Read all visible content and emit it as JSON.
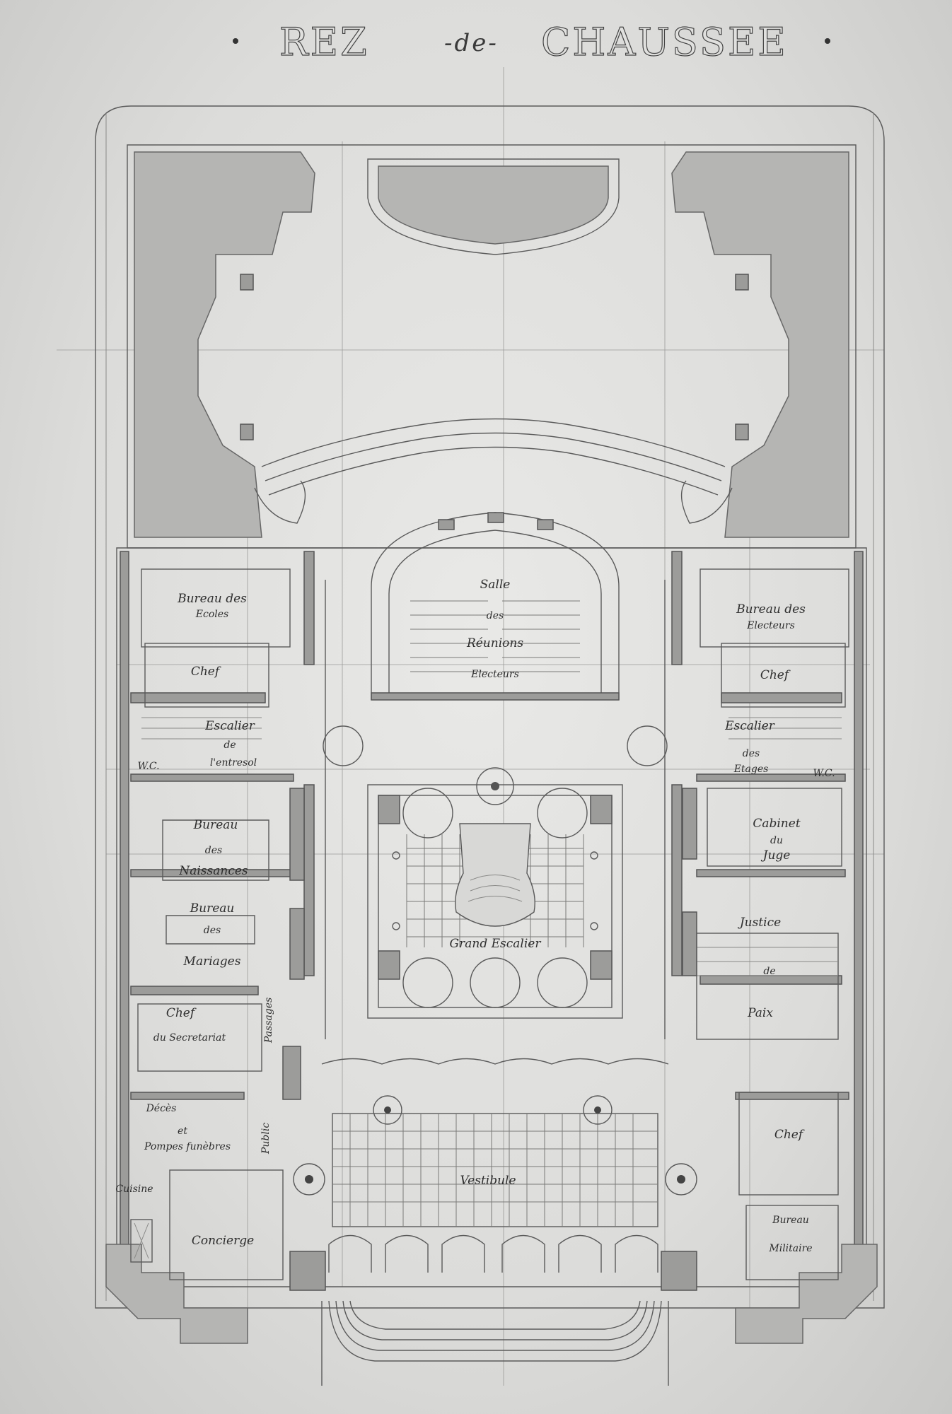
{
  "drawing": {
    "title_main_1": "REZ",
    "title_de": "-de-",
    "title_main_2": "CHAUSSEE"
  },
  "labels": {
    "salle": "Salle",
    "des": "des",
    "reunions": "Réunions",
    "electeurs": "Electeurs",
    "bureau_ecoles_1": "Bureau des",
    "bureau_ecoles_2": "Ecoles",
    "chef_left": "Chef",
    "escalier_left_1": "Escalier",
    "escalier_left_2": "de",
    "escalier_left_3": "l'entresol",
    "wc_left": "W.C.",
    "bureau_naissances_1": "Bureau",
    "bureau_naissances_2": "des",
    "bureau_naissances_3": "Naissances",
    "bureau_mariages_1": "Bureau",
    "bureau_mariages_2": "des",
    "bureau_mariages_3": "Mariages",
    "chef_secretariat_1": "Chef",
    "chef_secretariat_2": "du Secretariat",
    "passages": "Passages",
    "deces_1": "Décès",
    "deces_2": "et",
    "deces_3": "Pompes funèbres",
    "public": "Public",
    "cuisine": "Cuisine",
    "concierge": "Concierge",
    "bureau_electeurs_1": "Bureau des",
    "bureau_electeurs_2": "Electeurs",
    "chef_right": "Chef",
    "escalier_right_1": "Escalier",
    "escalier_right_2": "des",
    "escalier_right_3": "Etages",
    "wc_right": "W.C.",
    "cabinet_juge_1": "Cabinet",
    "cabinet_juge_2": "du",
    "cabinet_juge_3": "Juge",
    "justice_1": "Justice",
    "justice_2": "de",
    "justice_3": "Paix",
    "chef_bottom_right": "Chef",
    "bureau_militaire_1": "Bureau",
    "bureau_militaire_2": "Militaire",
    "grand_escalier": "Grand Escalier",
    "vestibule": "Vestibule"
  }
}
